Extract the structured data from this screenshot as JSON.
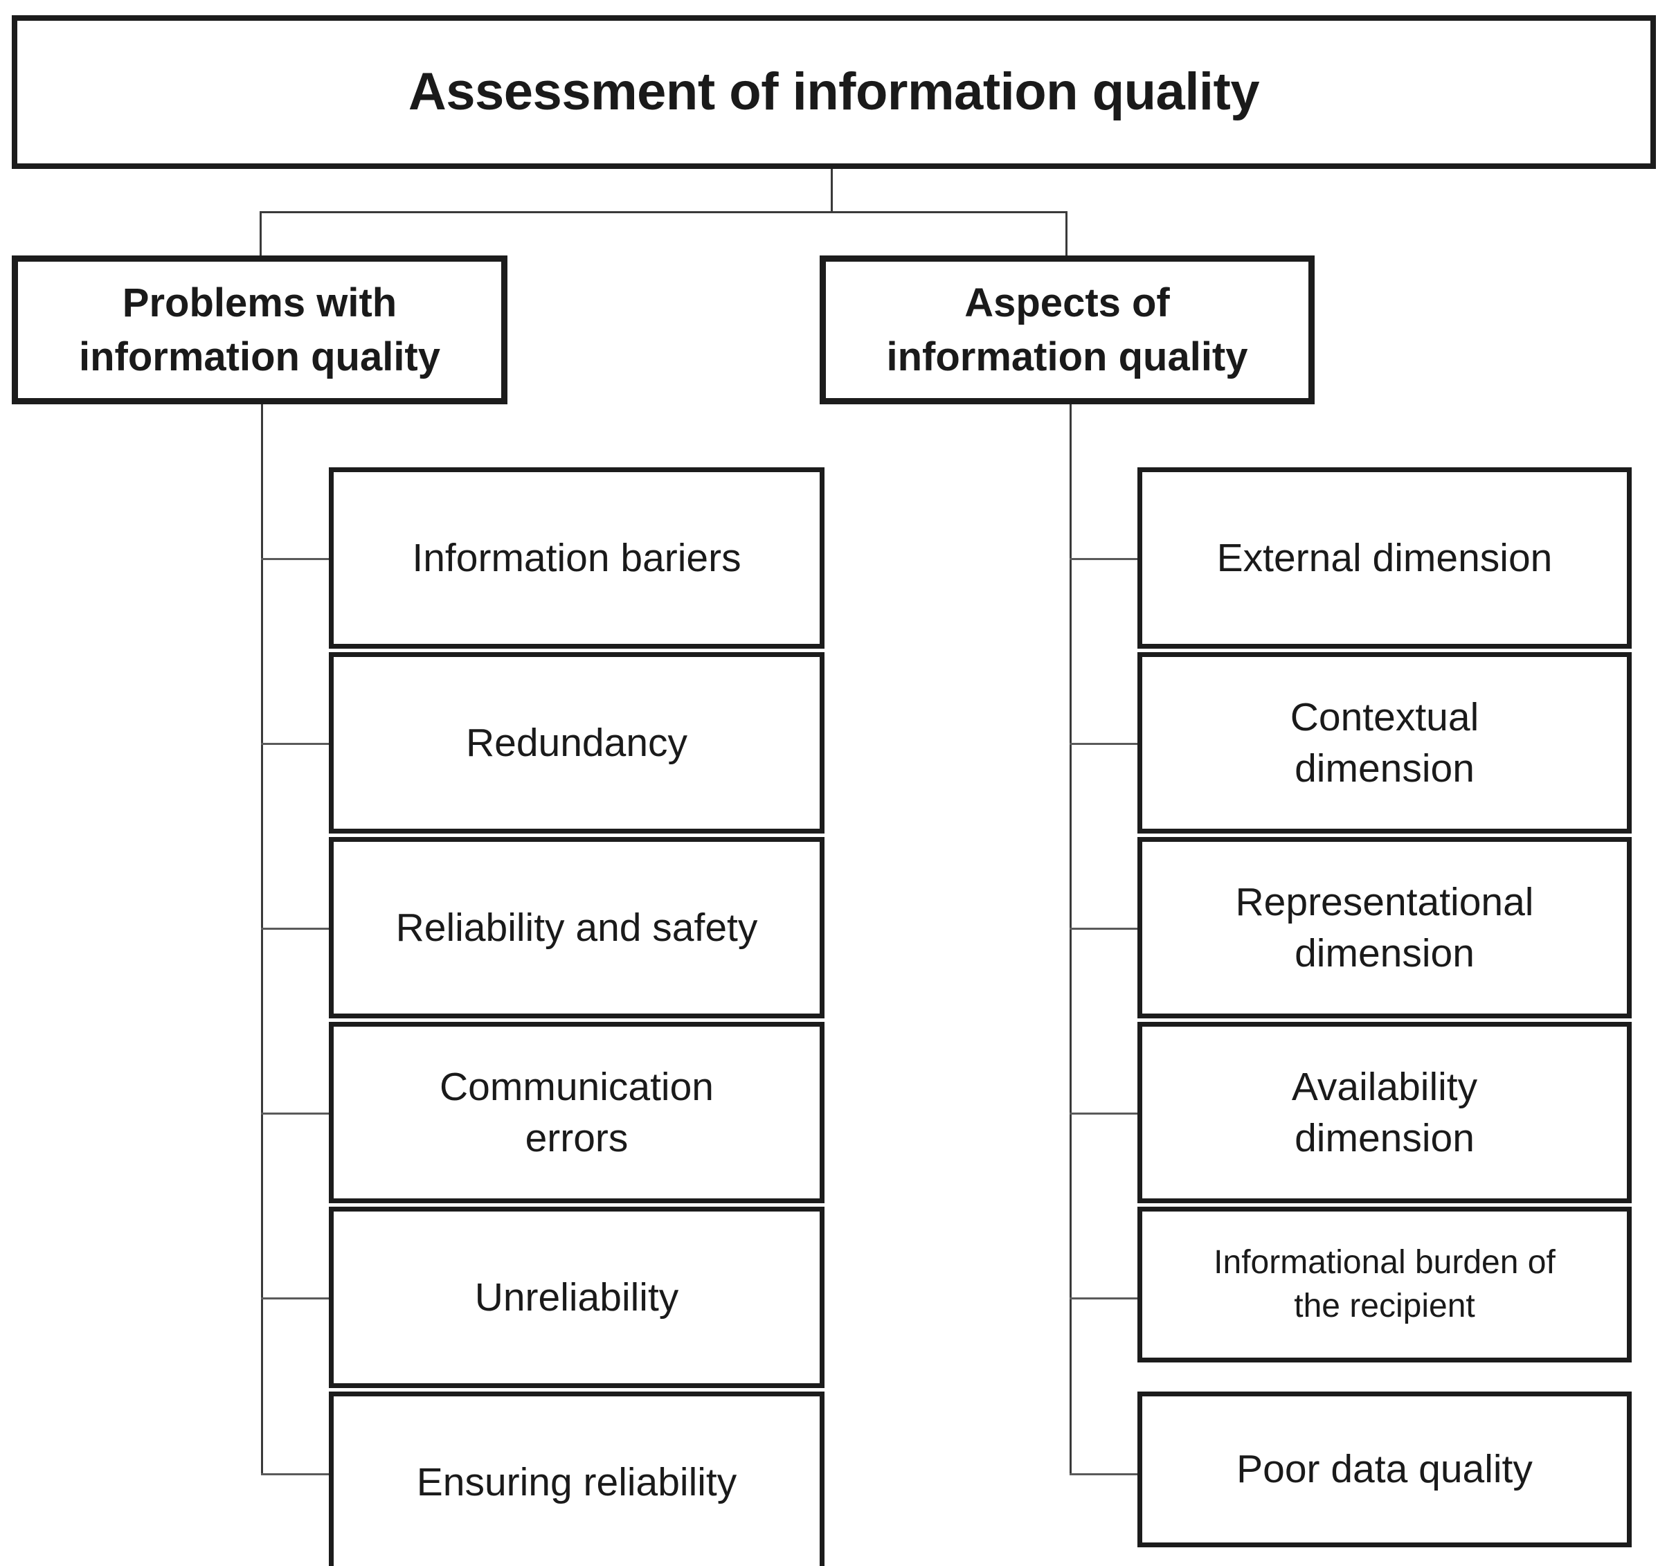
{
  "diagram": {
    "title": "Assessment of information quality",
    "root": {
      "label": "Assessment of information quality"
    },
    "branches": [
      {
        "id": "problems",
        "label": "Problems with\ninformation quality",
        "children": [
          {
            "label": "Information bariers"
          },
          {
            "label": "Redundancy"
          },
          {
            "label": "Reliability and safety"
          },
          {
            "label": "Communication\nerrors"
          },
          {
            "label": "Unreliability"
          },
          {
            "label": "Ensuring reliability"
          }
        ]
      },
      {
        "id": "aspects",
        "label": "Aspects of\ninformation quality",
        "children": [
          {
            "label": "External dimension"
          },
          {
            "label": "Contextual\ndimension"
          },
          {
            "label": "Representational\ndimension"
          },
          {
            "label": "Availability\ndimension"
          },
          {
            "label": "Informational burden of\nthe recipient"
          },
          {
            "label": "Poor data quality"
          }
        ]
      }
    ],
    "colors": {
      "border": "#1c1c1c",
      "connector": "#3a3a3a",
      "text": "#1a1a1a",
      "background": "#ffffff"
    }
  }
}
